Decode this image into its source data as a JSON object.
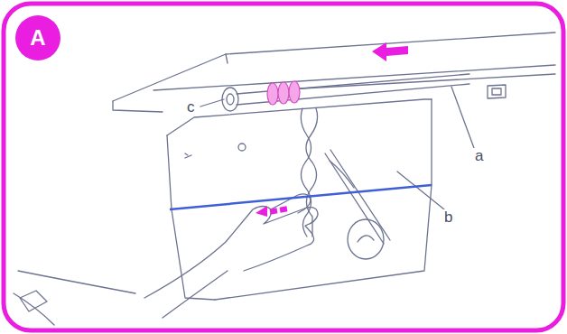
{
  "diagram": {
    "nodes": [
      {
        "text": [
          "A"
        ]
      }
    ],
    "labels": [
      "c",
      "a",
      "b"
    ]
  }
}
